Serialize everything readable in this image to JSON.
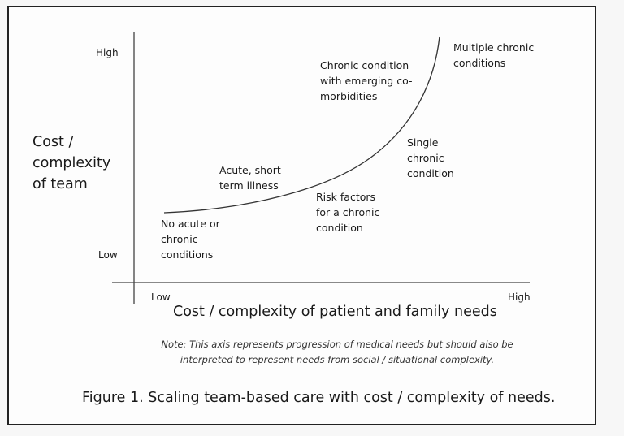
{
  "chart_data": {
    "type": "line",
    "title": "Figure 1. Scaling team-based care with cost / complexity of needs.",
    "xlabel": "Cost / complexity of patient and family needs",
    "ylabel": "Cost / complexity of team",
    "x_ticks": [
      "Low",
      "High"
    ],
    "y_ticks": [
      "Low",
      "High"
    ],
    "curve": "exponential-like rising curve from low-low to high-high",
    "annotations": [
      "No acute or chronic conditions",
      "Acute, short-term illness",
      "Risk factors for a chronic condition",
      "Single chronic condition",
      "Chronic condition with emerging co-morbidities",
      "Multiple chronic conditions"
    ],
    "note": "Note: This axis represents progression of medical needs but should also be interpreted to represent needs from social / situational complexity.",
    "grid": false,
    "legend": null
  },
  "axes": {
    "y_high": "High",
    "y_low": "Low",
    "x_low": "Low",
    "x_high": "High",
    "y_title": "Cost /\ncomplexity\nof team",
    "x_title": "Cost / complexity of patient and family needs"
  },
  "annotations": {
    "no_acute": "No acute or\nchronic\nconditions",
    "acute": "Acute, short-\nterm illness",
    "risk": "Risk factors\nfor a chronic\ncondition",
    "single": "Single\nchronic\ncondition",
    "emerging": "Chronic condition\nwith emerging co-\nmorbidities",
    "multiple": "Multiple chronic\nconditions"
  },
  "note": {
    "line1": "Note: This axis represents progression of medical needs but should also be",
    "line2": "interpreted to represent needs from social / situational complexity."
  },
  "caption": "Figure 1. Scaling team-based care with cost / complexity of needs.",
  "colors": {
    "line": "#333333",
    "frame": "#222222",
    "background": "#fdfdfd"
  }
}
